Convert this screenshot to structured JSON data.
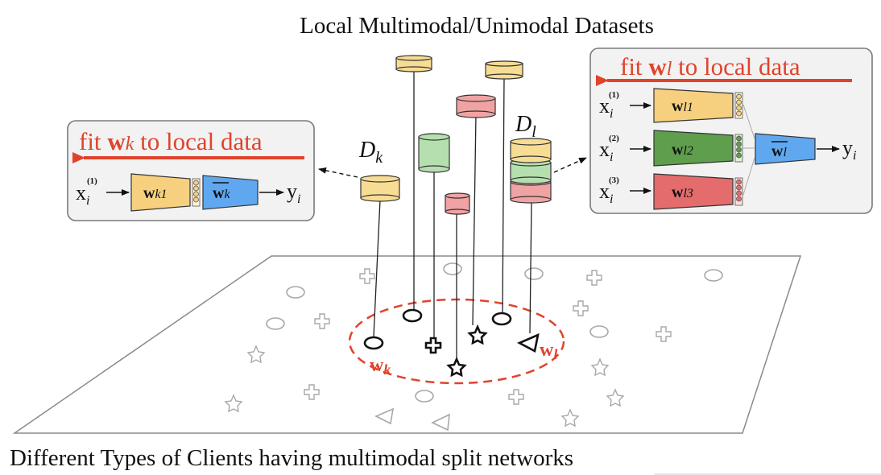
{
  "top_title": "Local Multimodal/Unimodal Datasets",
  "bottom_caption": "Different Types of Clients having multimodal split networks",
  "dataset_labels": {
    "dk_base": "D",
    "dk_sub": "k",
    "dl_base": "D",
    "dl_sub": "l"
  },
  "left_panel": {
    "fit_prefix": "fit ",
    "fit_bold": "w",
    "fit_sub": "k",
    "fit_suffix": " to local data",
    "input_x": "x",
    "input_sub": "i",
    "input_sup": "(1)",
    "encoder_bold": "w",
    "encoder_sub": "k1",
    "head_bold": "w",
    "head_sub": "k",
    "output_y": "y",
    "output_sub": "i"
  },
  "right_panel": {
    "fit_prefix": "fit ",
    "fit_bold": "w",
    "fit_sub": "l",
    "fit_suffix": " to local data",
    "inputs": [
      {
        "x": "x",
        "sub": "i",
        "sup": "(1)",
        "enc_bold": "w",
        "enc_sub": "l1"
      },
      {
        "x": "x",
        "sub": "i",
        "sup": "(2)",
        "enc_bold": "w",
        "enc_sub": "l2"
      },
      {
        "x": "x",
        "sub": "i",
        "sup": "(3)",
        "enc_bold": "w",
        "enc_sub": "l3"
      }
    ],
    "head_bold": "w",
    "head_sub": "l",
    "output_y": "y",
    "output_sub": "i"
  },
  "plane_labels": {
    "wk_bold": "w",
    "wk_sub": "k",
    "wl_bold": "w",
    "wl_sub": "l"
  },
  "colors": {
    "red": "#e0432b",
    "yellow": "#f7dc94",
    "green": "#b6dfb0",
    "pink": "#f0a3a3",
    "enc_yellow": "#f6d07e",
    "enc_green": "#5f9e4c",
    "enc_red": "#e46c6c",
    "head_blue": "#5fa8ef",
    "panel_bg": "#f2f2f2",
    "panel_border": "#7a7a7a",
    "shape_gray": "#a8a8a8"
  }
}
